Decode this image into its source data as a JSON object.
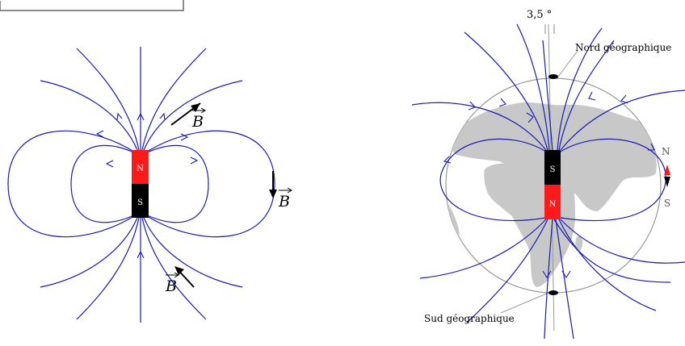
{
  "left_figure": {
    "magnet": {
      "north_label": "N",
      "south_label": "S",
      "north_color": "#ff1a1a",
      "south_color": "#000000"
    },
    "field_vectors": [
      {
        "symbol": "B"
      },
      {
        "symbol": "B"
      },
      {
        "symbol": "B"
      }
    ],
    "field_line_color": "#1a1ab4"
  },
  "right_figure": {
    "declination_angle": "3,5 °",
    "geo_north_label": "Nord géographique",
    "geo_south_label": "Sud géographique",
    "magnet": {
      "top_label": "S",
      "bottom_label": "N",
      "top_color": "#000000",
      "bottom_color": "#ff1a1a"
    },
    "compass": {
      "north_label": "N",
      "south_label": "S",
      "north_color": "#ff1a1a",
      "south_color": "#000000"
    },
    "globe_color": "#c8c8c8"
  }
}
